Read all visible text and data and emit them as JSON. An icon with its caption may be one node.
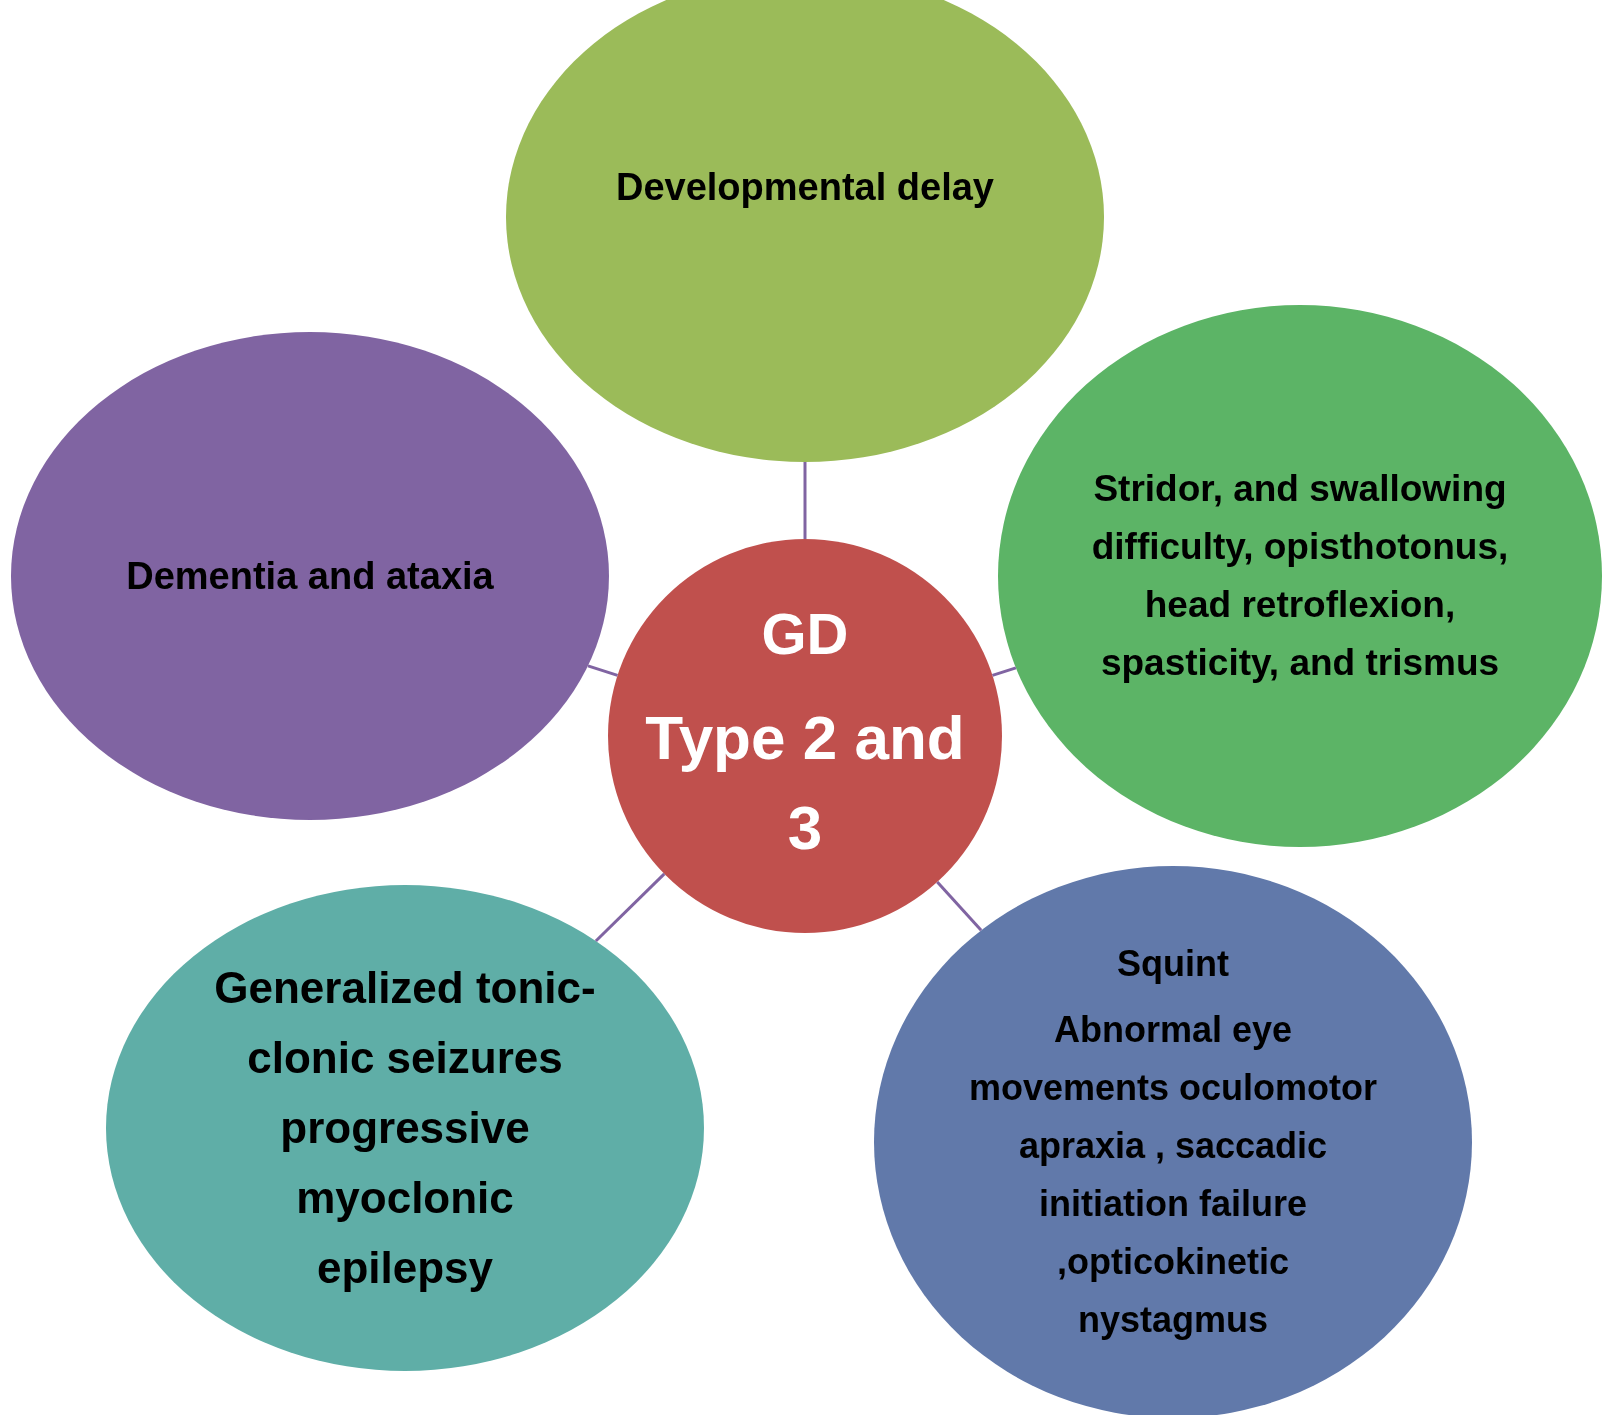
{
  "diagram": {
    "nodes": [
      {
        "text": [
          "Developmental delay"
        ]
      },
      {
        "text": [
          "Dementia and ataxia"
        ]
      },
      {
        "text": [
          "GD",
          "Type 2 and 3"
        ]
      },
      {
        "text": [
          "Stridor, and swallowing difficulty, opisthotonus, head retroflexion, spasticity, and trismus"
        ]
      },
      {
        "text": [
          "Generalized tonic-clonic seizures progressive myoclonic epilepsy"
        ]
      },
      {
        "text": [
          "Squint",
          "Abnormal eye movements oculomotor apraxia , saccadic initiation failure ,opticokinetic nystagmus"
        ]
      }
    ],
    "edges": [
      {
        "from": 2,
        "to": 0,
        "arrow": "none"
      },
      {
        "from": 2,
        "to": 1,
        "arrow": "none"
      },
      {
        "from": 2,
        "to": 3,
        "arrow": "none"
      },
      {
        "from": 2,
        "to": 4,
        "arrow": "none"
      },
      {
        "from": 2,
        "to": 5,
        "arrow": "none"
      }
    ]
  }
}
